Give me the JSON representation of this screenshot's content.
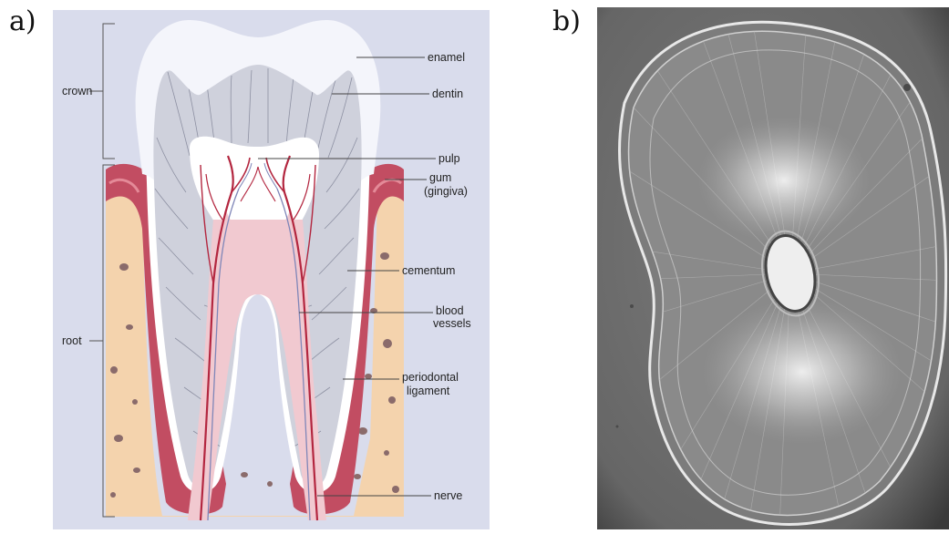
{
  "figure": {
    "panel_a_letter": "a)",
    "panel_b_letter": "b)"
  },
  "diagram": {
    "regions": {
      "crown": "crown",
      "root": "root"
    },
    "labels": {
      "enamel": "enamel",
      "dentin": "dentin",
      "pulp": "pulp",
      "gum_line1": "gum",
      "gum_line2": "(gingiva)",
      "cementum": "cementum",
      "blood_line1": "blood",
      "blood_line2": "vessels",
      "perio_line1": "periodontal",
      "perio_line2": "ligament",
      "nerve": "nerve"
    }
  },
  "colors": {
    "background": "#d9dcec",
    "enamel": "#f4f5fb",
    "dentin": "#cfd1dc",
    "pulp": "#f1c9d0",
    "gum": "#c24d62",
    "bone": "#f4d3ad",
    "micrograph_bg": "#6f6f6f"
  }
}
